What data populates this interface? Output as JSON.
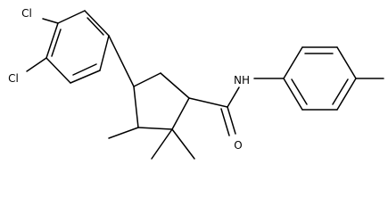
{
  "structure": {
    "atom_labels": {
      "cl_top": "Cl",
      "cl_left": "Cl",
      "nh": "NH",
      "o": "O"
    },
    "colors": {
      "bond": "#000000",
      "label": "#000000",
      "background": "#ffffff"
    }
  }
}
